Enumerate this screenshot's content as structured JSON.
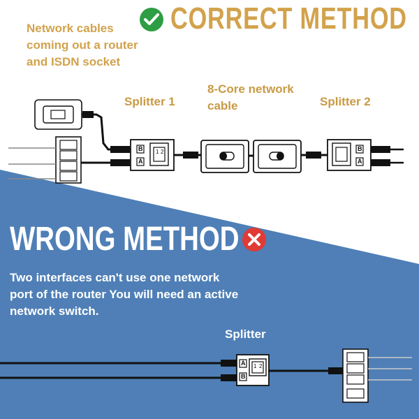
{
  "colors": {
    "gold": "#d2a24c",
    "dark_text": "#c89a44",
    "blue_bg": "#4f7fb6",
    "check_green": "#2e9e44",
    "cross_red": "#e03a35",
    "white": "#ffffff",
    "ink": "#111111"
  },
  "correct": {
    "title": "CORRECT METHOD",
    "icon": "check-circle-icon",
    "note": "Network cables coming out a router and ISDN socket",
    "labels": {
      "splitter1": "Splitter 1",
      "cable": "8-Core network cable",
      "splitter2": "Splitter 2"
    },
    "port_letters": [
      "B",
      "A"
    ],
    "port_numbers": [
      "1",
      "2"
    ]
  },
  "wrong": {
    "title": "WRONG METHOD",
    "icon": "cross-circle-icon",
    "note": "Two interfaces can't use one network port of the router You will need an active network switch.",
    "splitter_label": "Splitter",
    "port_letters": [
      "A",
      "B"
    ],
    "port_numbers": [
      "1",
      "2"
    ]
  }
}
